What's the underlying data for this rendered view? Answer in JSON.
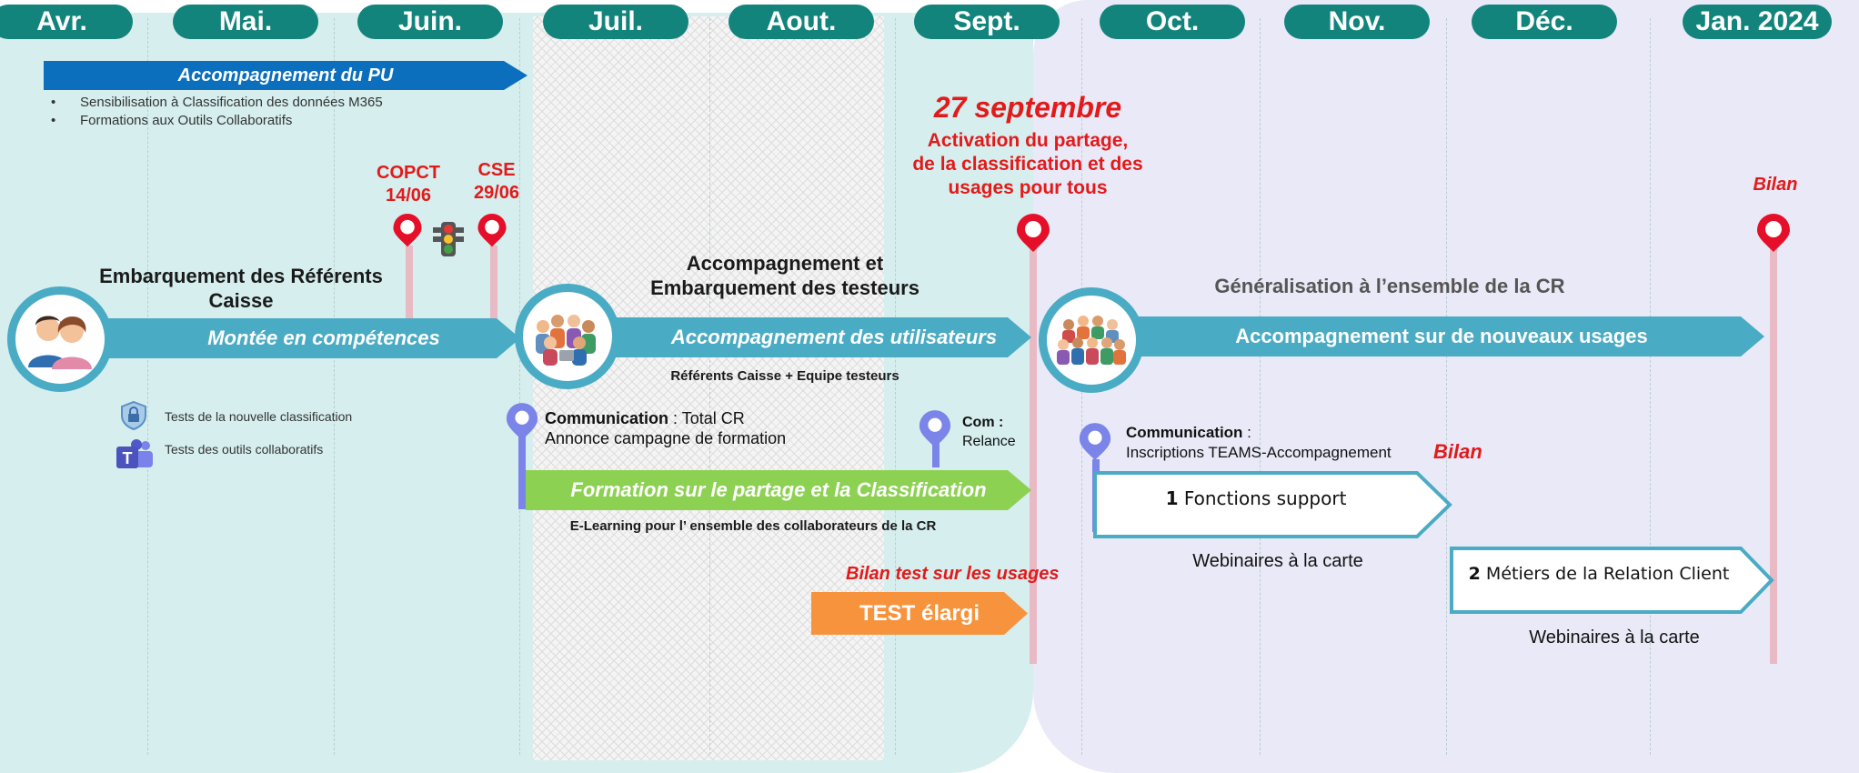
{
  "months": [
    "Avr.",
    "Mai.",
    "Juin.",
    "Juil.",
    "Aout.",
    "Sept.",
    "Oct.",
    "Nov.",
    "Déc.",
    "Jan. 2024"
  ],
  "pu": {
    "banner": "Accompagnement du PU",
    "bullets": [
      "Sensibilisation à Classification des données M365",
      "Formations aux Outils Collaboratifs"
    ]
  },
  "milestones": {
    "copct": {
      "label": "COPCT",
      "date": "14/06"
    },
    "cse": {
      "label": "CSE",
      "date": "29/06"
    },
    "sept": {
      "title": "27 septembre",
      "line1": "Activation du partage,",
      "line2": "de la classification et des",
      "line3": "usages pour tous"
    },
    "bilan": "Bilan"
  },
  "phase1": {
    "title_line1": "Embarquement des Référents",
    "title_line2": "Caisse",
    "arrow": "Montée en compétences",
    "tests": [
      "Tests de la nouvelle classification",
      "Tests des outils collaboratifs"
    ]
  },
  "phase2": {
    "title_line1": "Accompagnement et",
    "title_line2": "Embarquement des testeurs",
    "arrow": "Accompagnement des utilisateurs",
    "sub": "Référents Caisse + Equipe testeurs",
    "comm_bold": "Communication",
    "comm_rest": " : Total CR",
    "comm_line2": "Annonce campagne de formation",
    "com_bold": "Com :",
    "com_line2": "Relance",
    "formation": "Formation sur le partage et la Classification",
    "elearning": "E-Learning pour l’ ensemble des collaborateurs de la CR",
    "bilan_test": "Bilan test sur les usages",
    "test": "TEST  élargi"
  },
  "phase3": {
    "title": "Généralisation à l’ensemble de la CR",
    "arrow": "Accompagnement  sur de nouveaux usages",
    "comm_bold": "Communication",
    "comm_rest": " :",
    "comm_line2": "Inscriptions TEAMS-Accompagnement",
    "bilan": "Bilan",
    "box1_num": "1",
    "box1_text": " Fonctions support",
    "box1_sub": "Webinaires à la carte",
    "box2_num": "2",
    "box2_text": " Métiers de la Relation Client",
    "box2_sub": "Webinaires à la carte"
  },
  "colors": {
    "month": "#12847c",
    "arrow": "#4aabc4",
    "pu_banner": "#0b6fbe",
    "formation": "#8cd152",
    "test": "#f7933d",
    "red": "#e21a1a",
    "pin": "#e60f2a",
    "comm_pin": "#7b84e8",
    "box_border": "#4aabc4"
  }
}
